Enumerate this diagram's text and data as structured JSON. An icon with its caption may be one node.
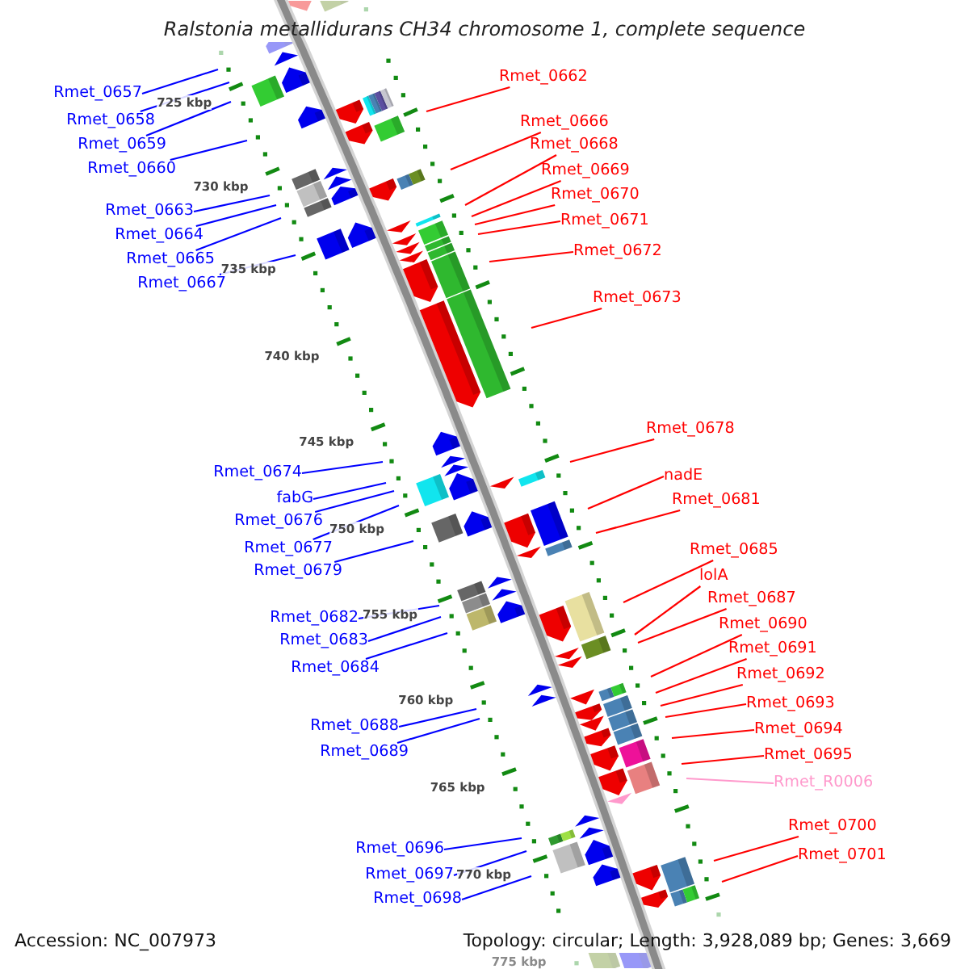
{
  "diagram": {
    "title": "Ralstonia metallidurans CH34 chromosome 1, complete sequence",
    "nodes": [
      {
        "text": [
          "Rmet_0657"
        ]
      },
      {
        "text": [
          "Rmet_0658"
        ]
      },
      {
        "text": [
          "Rmet_0659"
        ]
      },
      {
        "text": [
          "Rmet_0660"
        ]
      },
      {
        "text": [
          "Rmet_0663"
        ]
      },
      {
        "text": [
          "Rmet_0664"
        ]
      },
      {
        "text": [
          "Rmet_0665"
        ]
      },
      {
        "text": [
          "Rmet_0667"
        ]
      },
      {
        "text": [
          "Rmet_0674"
        ]
      },
      {
        "text": [
          "fabG"
        ]
      },
      {
        "text": [
          "Rmet_0676"
        ]
      },
      {
        "text": [
          "Rmet_0677"
        ]
      },
      {
        "text": [
          "Rmet_0679"
        ]
      },
      {
        "text": [
          "Rmet_0682"
        ]
      },
      {
        "text": [
          "Rmet_0683"
        ]
      },
      {
        "text": [
          "Rmet_0684"
        ]
      },
      {
        "text": [
          "Rmet_0688"
        ]
      },
      {
        "text": [
          "Rmet_0689"
        ]
      },
      {
        "text": [
          "Rmet_0696"
        ]
      },
      {
        "text": [
          "Rmet_0697"
        ]
      },
      {
        "text": [
          "Rmet_0698"
        ]
      },
      {
        "text": [
          "Rmet_0662"
        ]
      },
      {
        "text": [
          "Rmet_0666"
        ]
      },
      {
        "text": [
          "Rmet_0668"
        ]
      },
      {
        "text": [
          "Rmet_0669"
        ]
      },
      {
        "text": [
          "Rmet_0670"
        ]
      },
      {
        "text": [
          "Rmet_0671"
        ]
      },
      {
        "text": [
          "Rmet_0672"
        ]
      },
      {
        "text": [
          "Rmet_0673"
        ]
      },
      {
        "text": [
          "Rmet_0678"
        ]
      },
      {
        "text": [
          "nadE"
        ]
      },
      {
        "text": [
          "Rmet_0681"
        ]
      },
      {
        "text": [
          "Rmet_0685"
        ]
      },
      {
        "text": [
          "lolA"
        ]
      },
      {
        "text": [
          "Rmet_0687"
        ]
      },
      {
        "text": [
          "Rmet_0690"
        ]
      },
      {
        "text": [
          "Rmet_0691"
        ]
      },
      {
        "text": [
          "Rmet_0692"
        ]
      },
      {
        "text": [
          "Rmet_0693"
        ]
      },
      {
        "text": [
          "Rmet_0694"
        ]
      },
      {
        "text": [
          "Rmet_0695"
        ]
      },
      {
        "text": [
          "Rmet_R0006"
        ]
      },
      {
        "text": [
          "Rmet_0700"
        ]
      },
      {
        "text": [
          "Rmet_0701"
        ]
      }
    ],
    "edges": [
      {
        "from": 0,
        "to": null,
        "arrow": "none",
        "color": "#0000ff"
      },
      {
        "from": 1,
        "to": null,
        "arrow": "none",
        "color": "#0000ff"
      },
      {
        "from": 2,
        "to": null,
        "arrow": "none",
        "color": "#0000ff"
      },
      {
        "from": 3,
        "to": null,
        "arrow": "none",
        "color": "#0000ff"
      },
      {
        "from": 4,
        "to": null,
        "arrow": "none",
        "color": "#0000ff"
      },
      {
        "from": 5,
        "to": null,
        "arrow": "none",
        "color": "#0000ff"
      },
      {
        "from": 6,
        "to": null,
        "arrow": "none",
        "color": "#0000ff"
      },
      {
        "from": 7,
        "to": null,
        "arrow": "none",
        "color": "#0000ff"
      },
      {
        "from": 8,
        "to": null,
        "arrow": "none",
        "color": "#0000ff"
      },
      {
        "from": 9,
        "to": null,
        "arrow": "none",
        "color": "#0000ff"
      },
      {
        "from": 10,
        "to": null,
        "arrow": "none",
        "color": "#0000ff"
      },
      {
        "from": 11,
        "to": null,
        "arrow": "none",
        "color": "#0000ff"
      },
      {
        "from": 12,
        "to": null,
        "arrow": "none",
        "color": "#0000ff"
      },
      {
        "from": 13,
        "to": null,
        "arrow": "none",
        "color": "#0000ff"
      },
      {
        "from": 14,
        "to": null,
        "arrow": "none",
        "color": "#0000ff"
      },
      {
        "from": 15,
        "to": null,
        "arrow": "none",
        "color": "#0000ff"
      },
      {
        "from": 16,
        "to": null,
        "arrow": "none",
        "color": "#0000ff"
      },
      {
        "from": 17,
        "to": null,
        "arrow": "none",
        "color": "#0000ff"
      },
      {
        "from": 18,
        "to": null,
        "arrow": "none",
        "color": "#0000ff"
      },
      {
        "from": 19,
        "to": null,
        "arrow": "none",
        "color": "#0000ff"
      },
      {
        "from": 20,
        "to": null,
        "arrow": "none",
        "color": "#0000ff"
      },
      {
        "from": 21,
        "to": null,
        "arrow": "none"
      },
      {
        "from": 22,
        "to": null,
        "arrow": "none"
      },
      {
        "from": 23,
        "to": null,
        "arrow": "none"
      },
      {
        "from": 24,
        "to": null,
        "arrow": "none"
      },
      {
        "from": 25,
        "to": null,
        "arrow": "none"
      },
      {
        "from": 26,
        "to": null,
        "arrow": "none"
      },
      {
        "from": 27,
        "to": null,
        "arrow": "none"
      },
      {
        "from": 28,
        "to": null,
        "arrow": "none"
      },
      {
        "from": 29,
        "to": null,
        "arrow": "none"
      },
      {
        "from": 30,
        "to": null,
        "arrow": "none"
      },
      {
        "from": 31,
        "to": null,
        "arrow": "none"
      },
      {
        "from": 32,
        "to": null,
        "arrow": "none"
      },
      {
        "from": 33,
        "to": null,
        "arrow": "none"
      },
      {
        "from": 34,
        "to": null,
        "arrow": "none"
      },
      {
        "from": 35,
        "to": null,
        "arrow": "none"
      },
      {
        "from": 36,
        "to": null,
        "arrow": "none"
      },
      {
        "from": 37,
        "to": null,
        "arrow": "none"
      },
      {
        "from": 38,
        "to": null,
        "arrow": "none"
      },
      {
        "from": 39,
        "to": null,
        "arrow": "none"
      },
      {
        "from": 40,
        "to": null,
        "arrow": "none"
      },
      {
        "from": 41,
        "to": null,
        "arrow": "none",
        "color": "#ff99cc"
      },
      {
        "from": 42,
        "to": null,
        "arrow": "none"
      },
      {
        "from": 43,
        "to": null,
        "arrow": "none"
      }
    ],
    "labels": [
      "725 kbp",
      "730 kbp",
      "735 kbp",
      "740 kbp",
      "745 kbp",
      "750 kbp",
      "755 kbp",
      "760 kbp",
      "765 kbp",
      "770 kbp",
      "775 kbp",
      "Accession: NC_007973",
      "Topology: circular; Length: 3,928,089 bp; Genes: 3,669"
    ]
  }
}
